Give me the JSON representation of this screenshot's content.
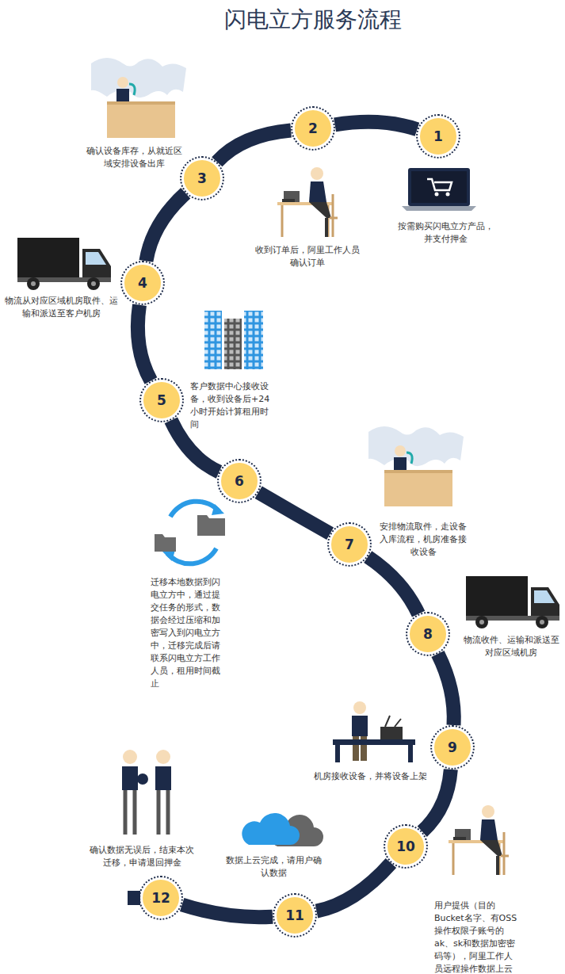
{
  "diagram": {
    "title": "闪电立方服务流程",
    "nodes": [
      {
        "text": [
          "1"
        ]
      },
      {
        "text": [
          "2"
        ]
      },
      {
        "text": [
          "3"
        ]
      },
      {
        "text": [
          "4"
        ]
      },
      {
        "text": [
          "5"
        ]
      },
      {
        "text": [
          "6"
        ]
      },
      {
        "text": [
          "7"
        ]
      },
      {
        "text": [
          "8"
        ]
      },
      {
        "text": [
          "9"
        ]
      },
      {
        "text": [
          "10"
        ]
      },
      {
        "text": [
          "11"
        ]
      },
      {
        "text": [
          "12"
        ]
      }
    ],
    "edges": [
      {
        "from": 0,
        "to": 1,
        "arrow": "none"
      },
      {
        "from": 1,
        "to": 2,
        "arrow": "none"
      },
      {
        "from": 2,
        "to": 3,
        "arrow": "none"
      },
      {
        "from": 3,
        "to": 4,
        "arrow": "none"
      },
      {
        "from": 4,
        "to": 5,
        "arrow": "none"
      },
      {
        "from": 5,
        "to": 6,
        "arrow": "none"
      },
      {
        "from": 6,
        "to": 7,
        "arrow": "none"
      },
      {
        "from": 7,
        "to": 8,
        "arrow": "none"
      },
      {
        "from": 8,
        "to": 9,
        "arrow": "none"
      },
      {
        "from": 9,
        "to": 10,
        "arrow": "none"
      },
      {
        "from": 10,
        "to": 11,
        "arrow": "none"
      }
    ],
    "labels": [
      "按需购买闪电立方产品，并支付押金",
      "收到订单后，阿里工作人员确认订单",
      "确认设备库存，从就近区域安排设备出库",
      "物流从对应区域机房取件、运输和派送至客户机房",
      "客户数据中心接收设备，收到设备后+24小时开始计算租用时间",
      "迁移本地数据到闪电立方中，通过提交任务的形式，数据会经过压缩和加密写入到闪电立方中，迁移完成后请联系闪电立方工作人员，租用时间截止",
      "安排物流取件，走设备入库流程，机房准备接收设备",
      "物流收件、运输和派送至对应区域机房",
      "机房接收设备，并将设备上架",
      "用户提供（目的Bucket名字、有OSS操作权限子账号的ak、sk和数据加密密码等），阿里工作人员远程操作数据上云",
      "数据上云完成，请用户确认数据",
      "确认数据无误后，结束本次迁移，申请退回押金"
    ]
  }
}
